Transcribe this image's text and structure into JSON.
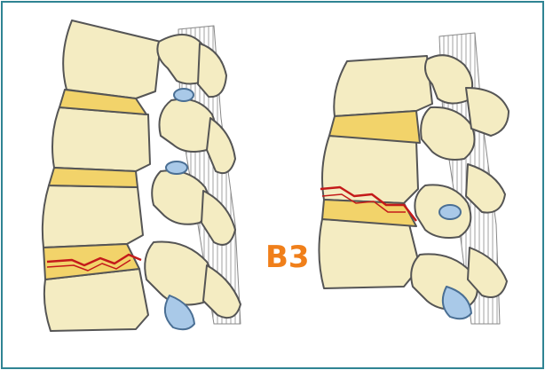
{
  "classification_label": "B3",
  "colors": {
    "frame_border": "#2f8493",
    "label_color": "#f07f1a",
    "bone_fill": "#f4ecc2",
    "bone_outline": "#555555",
    "disc_fill": "#f2d36a",
    "ligament_fill": "#a9c9e8",
    "fracture_line": "#c41a1a"
  },
  "icons": [
    "spine-intact-illustration",
    "spine-fractured-illustration"
  ]
}
